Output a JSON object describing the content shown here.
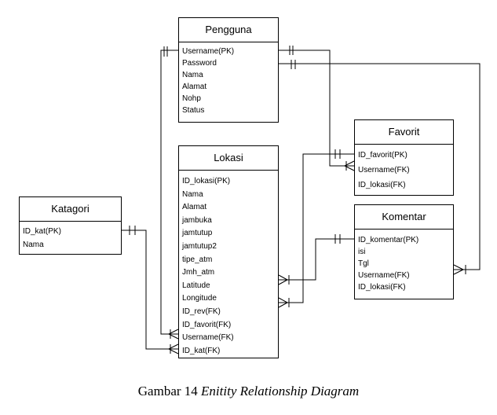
{
  "entities": {
    "pengguna": {
      "title": "Pengguna",
      "attributes": [
        "Username(PK)",
        "Password",
        "Nama",
        "Alamat",
        "Nohp",
        "Status"
      ]
    },
    "lokasi": {
      "title": "Lokasi",
      "attributes": [
        "ID_lokasi(PK)",
        "Nama",
        "Alamat",
        "jambuka",
        "jamtutup",
        "jamtutup2",
        "tipe_atm",
        "Jmh_atm",
        "Latitude",
        "Longitude",
        "ID_rev(FK)",
        "ID_favorit(FK)",
        "Username(FK)",
        "ID_kat(FK)"
      ]
    },
    "katagori": {
      "title": "Katagori",
      "attributes": [
        "ID_kat(PK)",
        "Nama"
      ]
    },
    "favorit": {
      "title": "Favorit",
      "attributes": [
        "ID_favorit(PK)",
        "Username(FK)",
        "ID_lokasi(FK)"
      ]
    },
    "komentar": {
      "title": "Komentar",
      "attributes": [
        "ID_komentar(PK)",
        "isi",
        "Tgl",
        "Username(FK)",
        "ID_lokasi(FK)"
      ]
    }
  },
  "caption": {
    "prefix": "Gambar 14 ",
    "italic": "Enitity Relationship Diagram"
  }
}
